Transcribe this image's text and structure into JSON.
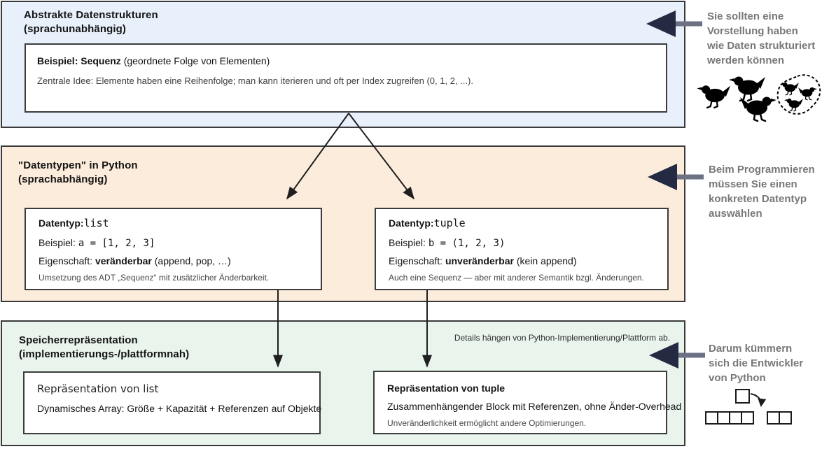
{
  "colors": {
    "abstract_bg": "#e8f0fb",
    "datatypes_bg": "#fcecdb",
    "memory_bg": "#e9f4ed",
    "band_border": "#3a3a3a",
    "card_border": "#3c3c3c",
    "flow_arrow": "#1f1f1f",
    "annotation_arrow_head": "#252a43",
    "annotation_arrow_shaft": "#6c7284",
    "annotation_text": "#787878"
  },
  "icons": {
    "annotation_pointer": "left-arrow-icon",
    "abstract_visual": "birds-icon",
    "memory_visual": "memory-blocks-icon"
  },
  "bands": {
    "abstract": {
      "title": "Abstrakte Datenstrukturen\n(sprachunabhängig)",
      "card": {
        "lead_bold": "Beispiel: Sequenz",
        "lead_rest": " (geordnete Folge von Elementen)",
        "body": "Zentrale Idee: Elemente haben eine Reihenfolge; man kann iterieren und oft per Index zugreifen (0, 1, 2, ...)."
      }
    },
    "datatypes": {
      "title": "\"Datentypen\" in Python\n(sprachabhängig)",
      "list_card": {
        "label_bold": "Datentyp:",
        "type_code": "list",
        "example_label": "Beispiel: ",
        "example_code": "a = [1, 2, 3]",
        "prop_label": "Eigenschaft: ",
        "prop_bold": "veränderbar",
        "prop_rest": " (append, pop, …)",
        "note": "Umsetzung des ADT „Sequenz“ mit zusätzlicher Änderbarkeit."
      },
      "tuple_card": {
        "label_bold": "Datentyp:",
        "type_code": "tuple",
        "example_label": "Beispiel: ",
        "example_code": "b = (1, 2, 3)",
        "prop_label": "Eigenschaft: ",
        "prop_bold": "unveränderbar",
        "prop_rest": " (kein append)",
        "note": "Auch eine Sequenz — aber mit anderer Semantik bzgl. Änderungen."
      }
    },
    "memory": {
      "title": "Speicherrepräsentation\n(implementierungs-/plattformnah)",
      "details_note": "Details hängen von Python-Implementierung/Plattform ab.",
      "list_card": {
        "title": "Repräsentation von list",
        "body": "Dynamisches Array: Größe + Kapazität + Referenzen auf Objekte"
      },
      "tuple_card": {
        "title": "Repräsentation von tuple",
        "body": "Zusammenhängender Block mit Referenzen, ohne Änder-Overhead",
        "note": "Unveränderlichkeit ermöglicht andere Optimierungen."
      }
    }
  },
  "annotations": [
    {
      "text": "Sie sollten eine\nVorstellung haben\nwie Daten strukturiert\nwerden können"
    },
    {
      "text": "Beim Programmieren\nmüssen Sie einen\nkonkreten Datentyp\nauswählen"
    },
    {
      "text": "Darum kümmern\nsich die Entwickler\nvon Python"
    }
  ]
}
